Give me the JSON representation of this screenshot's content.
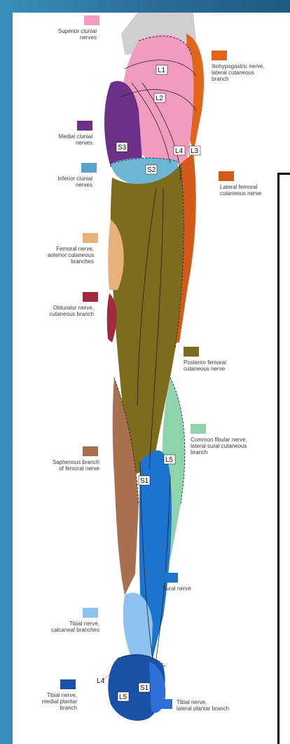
{
  "legend": {
    "superior_clunial": {
      "label": "Superior clunial\nnerves",
      "color": "#f29bc0"
    },
    "iliohypogastric": {
      "label": "Iliohypogastric nerve,\nlateral cutaneous\nbranch",
      "color": "#e2641b"
    },
    "medial_clunial": {
      "label": "Medial clunial\nnerves",
      "color": "#6e2f86"
    },
    "inferior_clunial": {
      "label": "Inferior clunial\nnerves",
      "color": "#5aa3c8"
    },
    "lateral_femoral": {
      "label": "Lateral femoral\ncutaneous nerve",
      "color": "#d45a1a"
    },
    "femoral_anterior": {
      "label": "Femoral nerve,\nanterior cutaneous\nbranches",
      "color": "#e8b07c"
    },
    "obturator": {
      "label": "Obturator nerve,\ncutaneous branch",
      "color": "#a02a3e"
    },
    "posterior_femoral": {
      "label": "Posterior femoral\ncutaneous nerve",
      "color": "#7d6b1e"
    },
    "common_fibular": {
      "label": "Common fibular nerve,\nlateral sural cutaneous\nbranch",
      "color": "#8fd3ad"
    },
    "saphenous": {
      "label": "Saphenous branch\nof femoral nerve",
      "color": "#a8704e"
    },
    "sural": {
      "label": "Sural nerve",
      "color": "#1d74cf"
    },
    "tibial_calcaneal": {
      "label": "Tibial nerve,\ncalcaneal branches",
      "color": "#8fc3ef"
    },
    "tibial_medial_plantar": {
      "label": "Tibial nerve,\nmedial plantar\nbranch",
      "color": "#1a52a8"
    },
    "tibial_lateral_plantar": {
      "label": "Tibial nerve,\nlateral plantar branch",
      "color": "#2f6fd8"
    }
  },
  "dermatomes": {
    "l1": "L1",
    "l2": "L2",
    "l3_upper": "L3",
    "l4_upper": "L4",
    "s3": "S3",
    "s2": "S2",
    "l5_leg": "L5",
    "s1_leg": "S1",
    "l4_foot": "L4",
    "l5_foot": "L5",
    "s1_foot": "S1"
  }
}
